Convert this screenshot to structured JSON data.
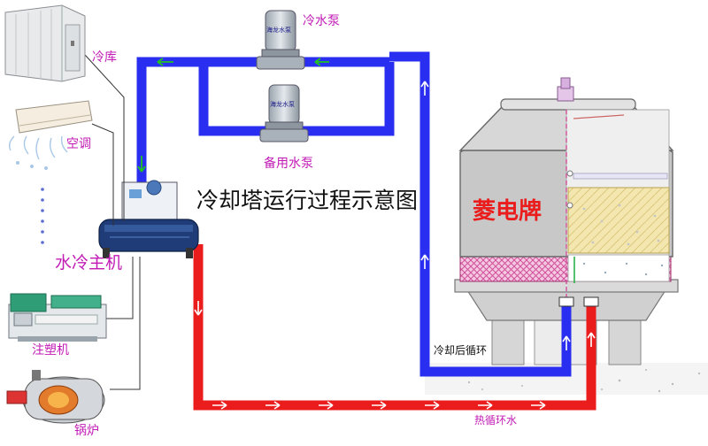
{
  "diagram": {
    "title": "冷却塔运行过程示意图",
    "brand": "菱电牌",
    "labels": {
      "cold_room": "冷库",
      "air_conditioner": "空调",
      "chiller": "水冷主机",
      "injection_molding_machine": "注塑机",
      "boiler": "锅炉",
      "chilled_water_pump": "冷水泵",
      "standby_pump": "备用水泵",
      "cooled_return_water": "冷却后循环",
      "hot_circulating_water": "热循环水",
      "pump_nameplate": "海龙水泵"
    },
    "colors": {
      "cold_pipe": "#2a2ef0",
      "hot_pipe": "#ea1c1c",
      "flow_arrow": "#22c222",
      "label_magenta": "#c21bb5",
      "tower_body": "#c4c4c4",
      "fill_media": "#f2e7b0",
      "pink_louver": "#e07ab0"
    }
  }
}
